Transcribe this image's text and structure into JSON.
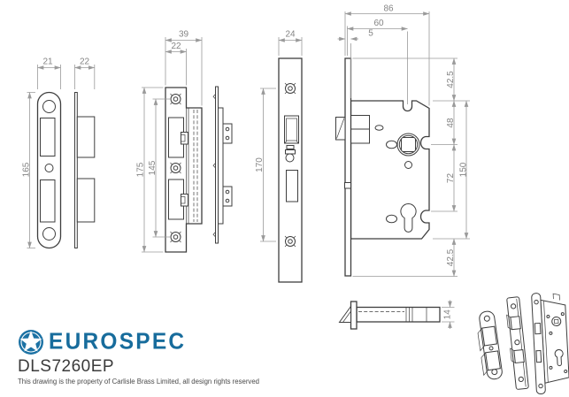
{
  "colors": {
    "object_line": "#3e3e3e",
    "dimension_line": "#9a9a9a",
    "dimension_text": "#848484",
    "brand_blue": "#176c9c",
    "product_text": "#3b3b3b",
    "disclaimer_text": "#4a4a4a",
    "background": "#ffffff"
  },
  "views": {
    "strike_plate": {
      "width": "21",
      "height": "165",
      "depth": "22"
    },
    "sash_strike": {
      "outer_width": "39",
      "plate_width": "22",
      "height": "175",
      "fixing_centres": "145"
    },
    "faceplate": {
      "width": "24",
      "fixing_centres": "170"
    },
    "lock_body": {
      "overall_depth": "86",
      "backset": "60",
      "faceplate_offset": "5",
      "top_margin": "42.5",
      "case_top_to_spindle": "48",
      "spindle_to_cylinder": "72",
      "case_height": "150",
      "bottom_margin": "42.5"
    },
    "plan": {
      "case_thickness": "14"
    }
  },
  "brand": {
    "name": "EUROSPEC",
    "product_code": "DLS7260EP",
    "disclaimer": "This drawing is the property of Carlisle Brass Limited, all design rights reserved"
  }
}
